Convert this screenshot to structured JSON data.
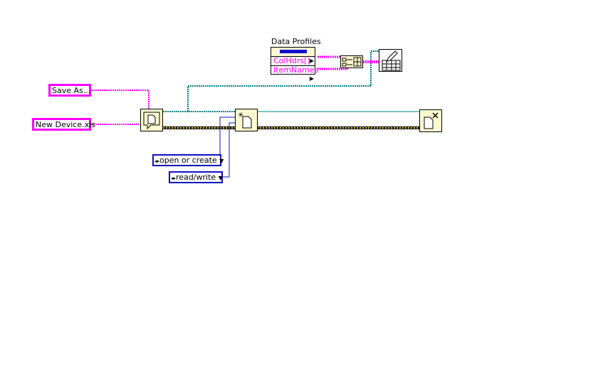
{
  "constants": {
    "save_as": "Save As...",
    "file_name": "New Device.xls",
    "operation": "open or create",
    "access": "read/write"
  },
  "cluster": {
    "label": "Data Profiles",
    "fields": [
      "ColHdrs[]",
      "ItemNames"
    ]
  },
  "nodes": [
    "file-dialog",
    "open-create-replace-file",
    "close-file",
    "build-array",
    "write-table"
  ],
  "colors": {
    "string_wire": "#ff00ff",
    "refnum_wire": "#008080",
    "error_wire": "#c8b400",
    "enum_wire": "#1010c0",
    "node_bg": "#fffbd0"
  }
}
